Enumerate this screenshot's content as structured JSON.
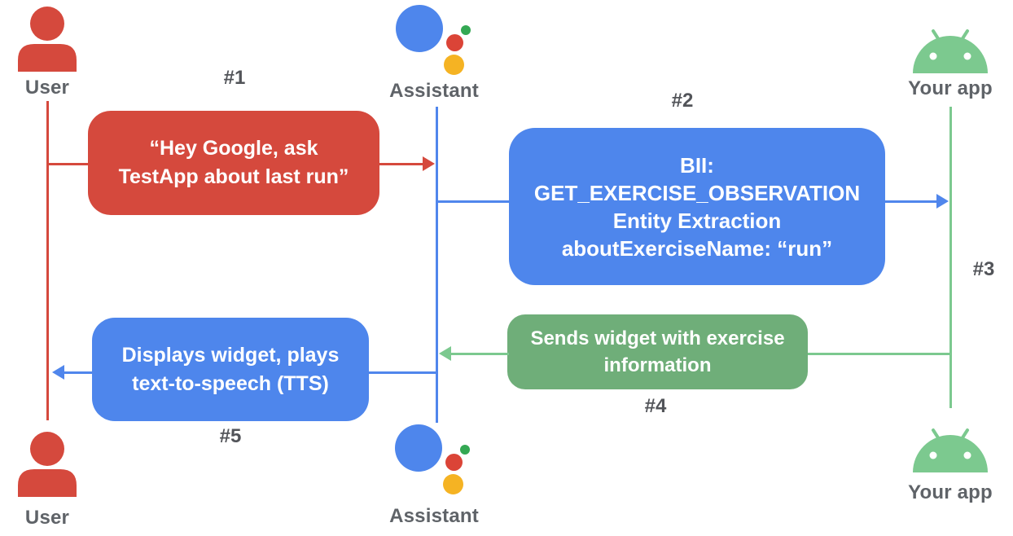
{
  "colors": {
    "red": "#D5493D",
    "blue": "#4E86EC",
    "green_box": "#6FAE79",
    "green_android": "#7CC98F",
    "logo_red": "#DB4437",
    "logo_green": "#34A853",
    "logo_yellow": "#F5B323",
    "label_gray": "#5F6368"
  },
  "actors": {
    "user": {
      "label": "User",
      "icon": "person-icon"
    },
    "assistant": {
      "label": "Assistant",
      "icon": "google-assistant-logo"
    },
    "app": {
      "label": "Your app",
      "icon": "android-icon"
    }
  },
  "steps": {
    "s1": {
      "badge": "#1",
      "lines": [
        "“Hey Google, ask",
        "TestApp about last run”"
      ]
    },
    "s2": {
      "badge": "#2",
      "lines": [
        "BII:",
        "GET_EXERCISE_OBSERVATION",
        "Entity Extraction",
        "aboutExerciseName: “run”"
      ]
    },
    "s3": {
      "badge": "#3"
    },
    "s4": {
      "badge": "#4",
      "lines": [
        "Sends widget with exercise",
        "information"
      ]
    },
    "s5": {
      "badge": "#5",
      "lines": [
        "Displays widget, plays",
        "text-to-speech (TTS)"
      ]
    }
  }
}
